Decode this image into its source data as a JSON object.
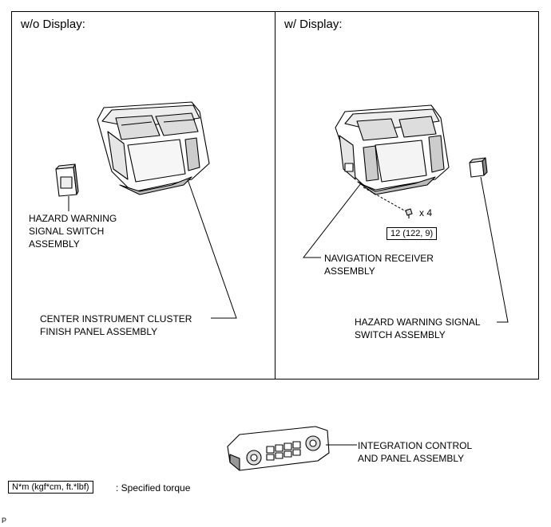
{
  "panels": {
    "left": {
      "header": "w/o Display:",
      "labels": {
        "hazard_switch": [
          "HAZARD WARNING",
          "SIGNAL SWITCH",
          "ASSEMBLY"
        ],
        "center_cluster": [
          "CENTER INSTRUMENT CLUSTER",
          "FINISH PANEL ASSEMBLY"
        ]
      }
    },
    "right": {
      "header": "w/ Display:",
      "labels": {
        "navigation": [
          "NAVIGATION RECEIVER",
          "ASSEMBLY"
        ],
        "hazard_switch": [
          "HAZARD WARNING SIGNAL",
          "SWITCH ASSEMBLY"
        ],
        "screw_qty": "x 4",
        "torque_value": "12 (122, 9)"
      }
    }
  },
  "bottom": {
    "integration": [
      "INTEGRATION CONTROL",
      "AND PANEL ASSEMBLY"
    ]
  },
  "legend": {
    "unit": "N*m (kgf*cm, ft.*lbf)",
    "desc": ": Specified torque"
  },
  "corner_mark": "P"
}
